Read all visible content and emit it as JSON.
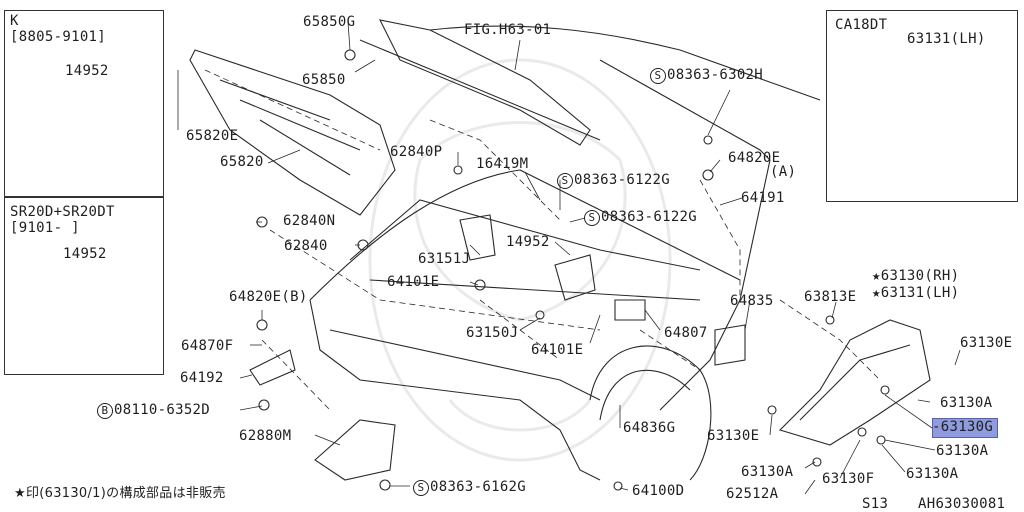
{
  "figure_ref": "FIG.H63-01",
  "note": "★印(63130/1)の構成部品は非販売",
  "footer": {
    "page": "S13",
    "code": "AH63030081"
  },
  "insets": {
    "k": {
      "title": "K",
      "years": "[8805-9101]",
      "part": "14952"
    },
    "sr": {
      "title": "SR20D+SR20DT",
      "years": "[9101-     ]",
      "part": "14952"
    },
    "ca": {
      "title": "CA18DT",
      "part": "63131(LH)"
    }
  },
  "symbols": {
    "s": "S",
    "b": "B",
    "star": "★"
  },
  "labels": {
    "p65850G": "65850G",
    "p65850": "65850",
    "p65820E": "65820E",
    "p65820": "65820",
    "p62840P": "62840P",
    "p16419M": "16419M",
    "s08363_6302H": "08363-6302H",
    "p64820E_top": "64820E",
    "a_ref": "(A)",
    "s08363_6122G_a": "08363-6122G",
    "s08363_6122G_b": "08363-6122G",
    "p64191": "64191",
    "p62840N": "62840N",
    "p62840": "62840",
    "p63151J": "63151J",
    "p14952": "14952",
    "p64101E_a": "64101E",
    "p64820E_B": "64820E(B)",
    "p64835": "64835",
    "p63813E": "63813E",
    "p63130RH": "63130(RH)",
    "p63131LH": "63131(LH)",
    "p63150J": "63150J",
    "p64807": "64807",
    "p64101E_b": "64101E",
    "p64870F": "64870F",
    "p64192": "64192",
    "p63130E_r": "63130E",
    "b08110_6352D": "08110-6352D",
    "p63130A_1": "63130A",
    "p63130G": "63130G",
    "p62880M": "62880M",
    "p64836G": "64836G",
    "p63130E_b": "63130E",
    "p63130A_2": "63130A",
    "p63130A_3": "63130A",
    "p63130A_4": "63130A",
    "p63130F": "63130F",
    "p62512A": "62512A",
    "s08363_6162G": "08363-6162G",
    "p64100D": "64100D"
  },
  "colors": {
    "ink": "#2a2a2a",
    "highlight": "#8f9bdc",
    "watermark": "#e8e8e8"
  }
}
